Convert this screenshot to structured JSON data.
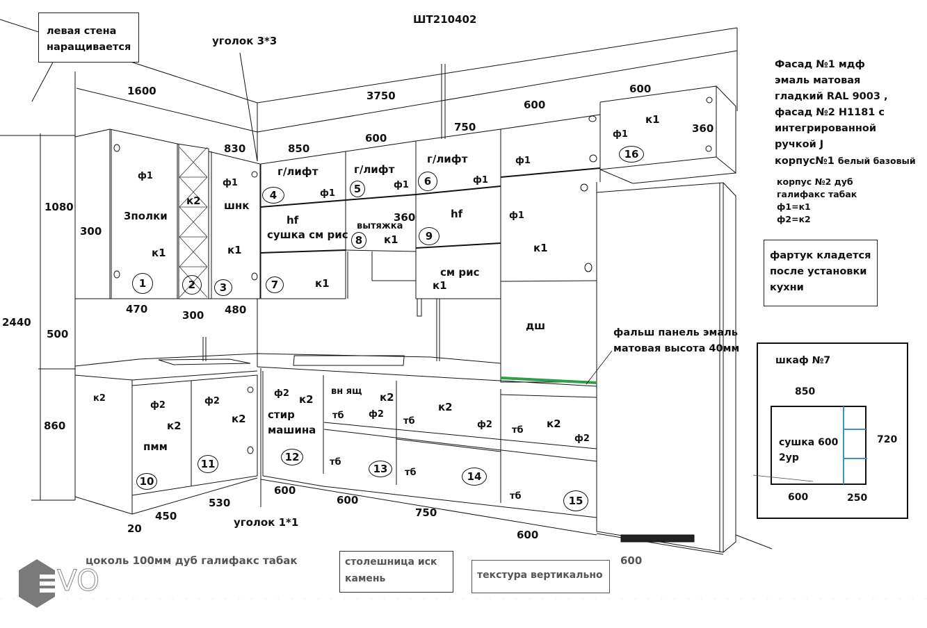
{
  "title": "ШТ210402",
  "callouts": {
    "left_wall": [
      "левая стена",
      "наращивается"
    ],
    "corner_top": "уголок 3*3",
    "corner_bottom": "уголок 1*1",
    "false_panel": [
      "фальш панель эмаль",
      "матовая высота 40мм"
    ],
    "apron": [
      "фартук кладется",
      "после установки",
      "кухни"
    ],
    "plinth": "цоколь 100мм дуб галифакс табак",
    "countertop": [
      "столешница иск",
      "камень"
    ],
    "texture": "текстура вертикально"
  },
  "spec_notes": {
    "main_lines": [
      "Фасад №1 мдф",
      "эмаль матовая",
      "гладкий RAL 9003 ,",
      "фасад №2 H1181 с",
      "интегрированной",
      "ручкой J"
    ],
    "body1_prefix": "корпус№1",
    "body1_suffix": "белый базовый",
    "small_lines": [
      "корпус №2 дуб",
      "галифакс табак",
      "ф1=к1",
      "ф2=к2"
    ]
  },
  "dimensions": {
    "total_height": "2440",
    "upper_height": "1080",
    "apron_height": "500",
    "base_height": "860",
    "left_wall_width": "1600",
    "back_wall_width": "3750",
    "upper_depth": "300",
    "u1_width": "470",
    "u2_width": "300",
    "u3_width": "480",
    "u3_top": "830",
    "u4_width": "850",
    "u5_width": "600",
    "u6_width": "750",
    "hood_height": "360",
    "col_width": "600",
    "top16_width": "600",
    "top16_height": "360",
    "b10_side": "20",
    "b10_width": "450",
    "b11_width": "530",
    "b12_width": "600",
    "b13_width": "600",
    "b14_width": "750",
    "b15_width": "600",
    "fridge_width": "600"
  },
  "modules": {
    "m1": {
      "num": "1",
      "f": "ф1",
      "name": "3полки",
      "k": "к1"
    },
    "m2": {
      "num": "2",
      "k": "к2"
    },
    "m3": {
      "num": "3",
      "f": "ф1",
      "name": "шнк",
      "k": "к1"
    },
    "m4": {
      "num": "4",
      "name": "г/лифт",
      "f": "ф1"
    },
    "m5": {
      "num": "5",
      "name": "г/лифт",
      "f": "ф1"
    },
    "m6": {
      "num": "6",
      "name": "г/лифт",
      "f": "ф1"
    },
    "m7": {
      "num": "7",
      "k": "к1",
      "top": "hf",
      "note": "сушка см рис"
    },
    "m8": {
      "num": "8",
      "name": "вытяжка",
      "k": "к1"
    },
    "m9": {
      "num": "9",
      "top": "hf",
      "note": "см рис",
      "k": "к1"
    },
    "m10": {
      "num": "10",
      "f": "ф2",
      "k": "к2",
      "name": "пмм",
      "side_k": "к2"
    },
    "m11": {
      "num": "11",
      "f": "ф2",
      "k": "к2"
    },
    "m12": {
      "num": "12",
      "f": "ф2",
      "k": "к2",
      "name": [
        "стир",
        "машина"
      ]
    },
    "m13": {
      "num": "13",
      "top": "вн ящ",
      "k": "к2",
      "f": "ф2",
      "tb1": "тб",
      "tb2": "тб"
    },
    "m14": {
      "num": "14",
      "k": "к2",
      "f": "ф2",
      "tb1": "тб",
      "tb2": "тб"
    },
    "m15": {
      "num": "15",
      "k": "к2",
      "f": "ф2",
      "tb1": "тб",
      "tb2": "тб"
    },
    "m16": {
      "num": "16",
      "f": "ф1",
      "k": "к1"
    },
    "col_top": {
      "f": "ф1"
    },
    "col_mid": {
      "f": "ф1",
      "k": "к1"
    },
    "col_dw": {
      "name": "дш"
    }
  },
  "cabinet7": {
    "title": "шкаф №7",
    "width": "850",
    "height": "720",
    "left_part": "600",
    "right_part": "250",
    "inner": [
      "сушка 600",
      "2ур"
    ]
  },
  "colors": {
    "line": "#111111",
    "false_panel": "#2e9e4a",
    "shelf_lines": "#3a93c0",
    "logo": "#7a7a7a"
  },
  "logo": {
    "letters": "VO"
  }
}
